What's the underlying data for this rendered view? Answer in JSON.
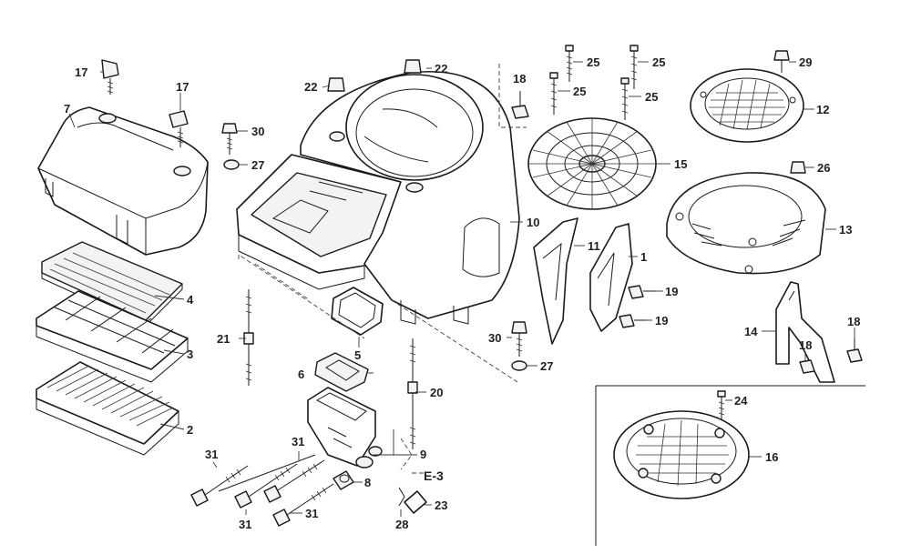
{
  "callouts": [
    {
      "id": "c17a",
      "text": "17"
    },
    {
      "id": "c17b",
      "text": "17"
    },
    {
      "id": "c7",
      "text": "7"
    },
    {
      "id": "c4",
      "text": "4"
    },
    {
      "id": "c3",
      "text": "3"
    },
    {
      "id": "c2",
      "text": "2"
    },
    {
      "id": "c22a",
      "text": "22"
    },
    {
      "id": "c22b",
      "text": "22"
    },
    {
      "id": "c30a",
      "text": "30"
    },
    {
      "id": "c27a",
      "text": "27"
    },
    {
      "id": "c21",
      "text": "21"
    },
    {
      "id": "c5",
      "text": "5"
    },
    {
      "id": "c6",
      "text": "6"
    },
    {
      "id": "c20",
      "text": "20"
    },
    {
      "id": "c30b",
      "text": "30"
    },
    {
      "id": "c27b",
      "text": "27"
    },
    {
      "id": "c9",
      "text": "9"
    },
    {
      "id": "c8",
      "text": "8"
    },
    {
      "id": "c23",
      "text": "23"
    },
    {
      "id": "c28",
      "text": "28"
    },
    {
      "id": "c31a",
      "text": "31"
    },
    {
      "id": "c31b",
      "text": "31"
    },
    {
      "id": "c31c",
      "text": "31"
    },
    {
      "id": "c31d",
      "text": "31"
    },
    {
      "id": "c10",
      "text": "10"
    },
    {
      "id": "c11",
      "text": "11"
    },
    {
      "id": "c1",
      "text": "1"
    },
    {
      "id": "c19a",
      "text": "19"
    },
    {
      "id": "c19b",
      "text": "19"
    },
    {
      "id": "c18a",
      "text": "18"
    },
    {
      "id": "c25a",
      "text": "25"
    },
    {
      "id": "c25b",
      "text": "25"
    },
    {
      "id": "c25c",
      "text": "25"
    },
    {
      "id": "c25d",
      "text": "25"
    },
    {
      "id": "c15",
      "text": "15"
    },
    {
      "id": "c29",
      "text": "29"
    },
    {
      "id": "c12",
      "text": "12"
    },
    {
      "id": "c26",
      "text": "26"
    },
    {
      "id": "c13",
      "text": "13"
    },
    {
      "id": "c14",
      "text": "14"
    },
    {
      "id": "c18b",
      "text": "18"
    },
    {
      "id": "c18c",
      "text": "18"
    },
    {
      "id": "c24",
      "text": "24"
    },
    {
      "id": "c16",
      "text": "16"
    }
  ],
  "reference": {
    "label": "E-3"
  }
}
